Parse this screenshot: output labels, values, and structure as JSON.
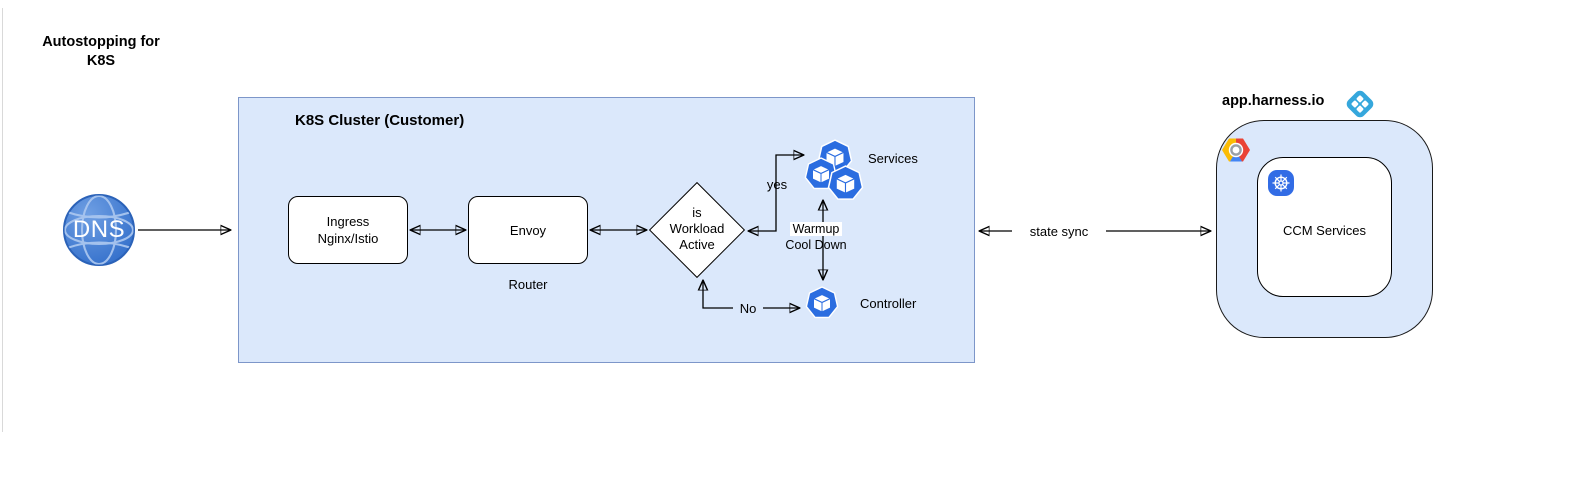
{
  "diagram": {
    "title": "Autostopping for K8S",
    "dns": {
      "label": "DNS"
    },
    "cluster": {
      "title": "K8S Cluster (Customer)",
      "ingress": {
        "label": "Ingress Nginx/Istio"
      },
      "envoy": {
        "label": "Envoy",
        "caption": "Router"
      },
      "decision": {
        "label": "is Workload Active"
      },
      "services": {
        "label": "Services"
      },
      "controller": {
        "label": "Controller"
      },
      "edge_yes": "yes",
      "edge_no": "No",
      "edge_warmup": "Warmup",
      "edge_cooldown": "Cool Down"
    },
    "edge_state_sync": "state sync",
    "harness": {
      "title": "app.harness.io",
      "ccm": {
        "label": "CCM Services"
      }
    },
    "colors": {
      "cluster_fill": "#dbe8fb",
      "cluster_stroke": "#7d96c9",
      "node_fill": "#ffffff",
      "node_stroke": "#000000",
      "k8s_blue": "#326ce5",
      "pod_blue": "#2b6de0",
      "dns_blue": "#2f6cc9",
      "harness_logo_blue": "#35a7dc",
      "gcp_red": "#ea4335",
      "gcp_yellow": "#fbbc05",
      "gcp_blue": "#4285f4"
    }
  }
}
